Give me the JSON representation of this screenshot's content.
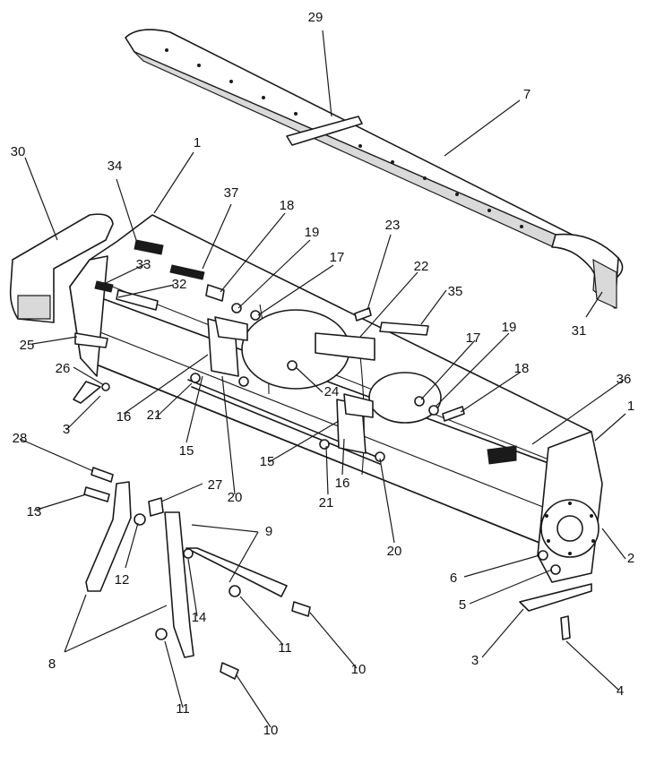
{
  "callouts": [
    {
      "id": "c29",
      "text": "29"
    },
    {
      "id": "c7",
      "text": "7"
    },
    {
      "id": "c30",
      "text": "30"
    },
    {
      "id": "c34",
      "text": "34"
    },
    {
      "id": "c1a",
      "text": "1"
    },
    {
      "id": "c37",
      "text": "37"
    },
    {
      "id": "c18a",
      "text": "18"
    },
    {
      "id": "c19a",
      "text": "19"
    },
    {
      "id": "c17a",
      "text": "17"
    },
    {
      "id": "c23",
      "text": "23"
    },
    {
      "id": "c22",
      "text": "22"
    },
    {
      "id": "c33",
      "text": "33"
    },
    {
      "id": "c32",
      "text": "32"
    },
    {
      "id": "c35",
      "text": "35"
    },
    {
      "id": "c25",
      "text": "25"
    },
    {
      "id": "c31",
      "text": "31"
    },
    {
      "id": "c26",
      "text": "26"
    },
    {
      "id": "c24",
      "text": "24"
    },
    {
      "id": "c17b",
      "text": "17"
    },
    {
      "id": "c19b",
      "text": "19"
    },
    {
      "id": "c18b",
      "text": "18"
    },
    {
      "id": "c16a",
      "text": "16"
    },
    {
      "id": "c3a",
      "text": "3"
    },
    {
      "id": "c21a",
      "text": "21"
    },
    {
      "id": "c15a",
      "text": "15"
    },
    {
      "id": "c36",
      "text": "36"
    },
    {
      "id": "c1b",
      "text": "1"
    },
    {
      "id": "c20a",
      "text": "20"
    },
    {
      "id": "c28",
      "text": "28"
    },
    {
      "id": "c15b",
      "text": "15"
    },
    {
      "id": "c16b",
      "text": "16"
    },
    {
      "id": "c27",
      "text": "27"
    },
    {
      "id": "c13",
      "text": "13"
    },
    {
      "id": "c21b",
      "text": "21"
    },
    {
      "id": "c20b",
      "text": "20"
    },
    {
      "id": "c9",
      "text": "9"
    },
    {
      "id": "c2",
      "text": "2"
    },
    {
      "id": "c6",
      "text": "6"
    },
    {
      "id": "c12",
      "text": "12"
    },
    {
      "id": "c5",
      "text": "5"
    },
    {
      "id": "c14",
      "text": "14"
    },
    {
      "id": "c11a",
      "text": "11"
    },
    {
      "id": "c8",
      "text": "8"
    },
    {
      "id": "c3b",
      "text": "3"
    },
    {
      "id": "c10a",
      "text": "10"
    },
    {
      "id": "c4",
      "text": "4"
    },
    {
      "id": "c11b",
      "text": "11"
    },
    {
      "id": "c10b",
      "text": "10"
    }
  ]
}
